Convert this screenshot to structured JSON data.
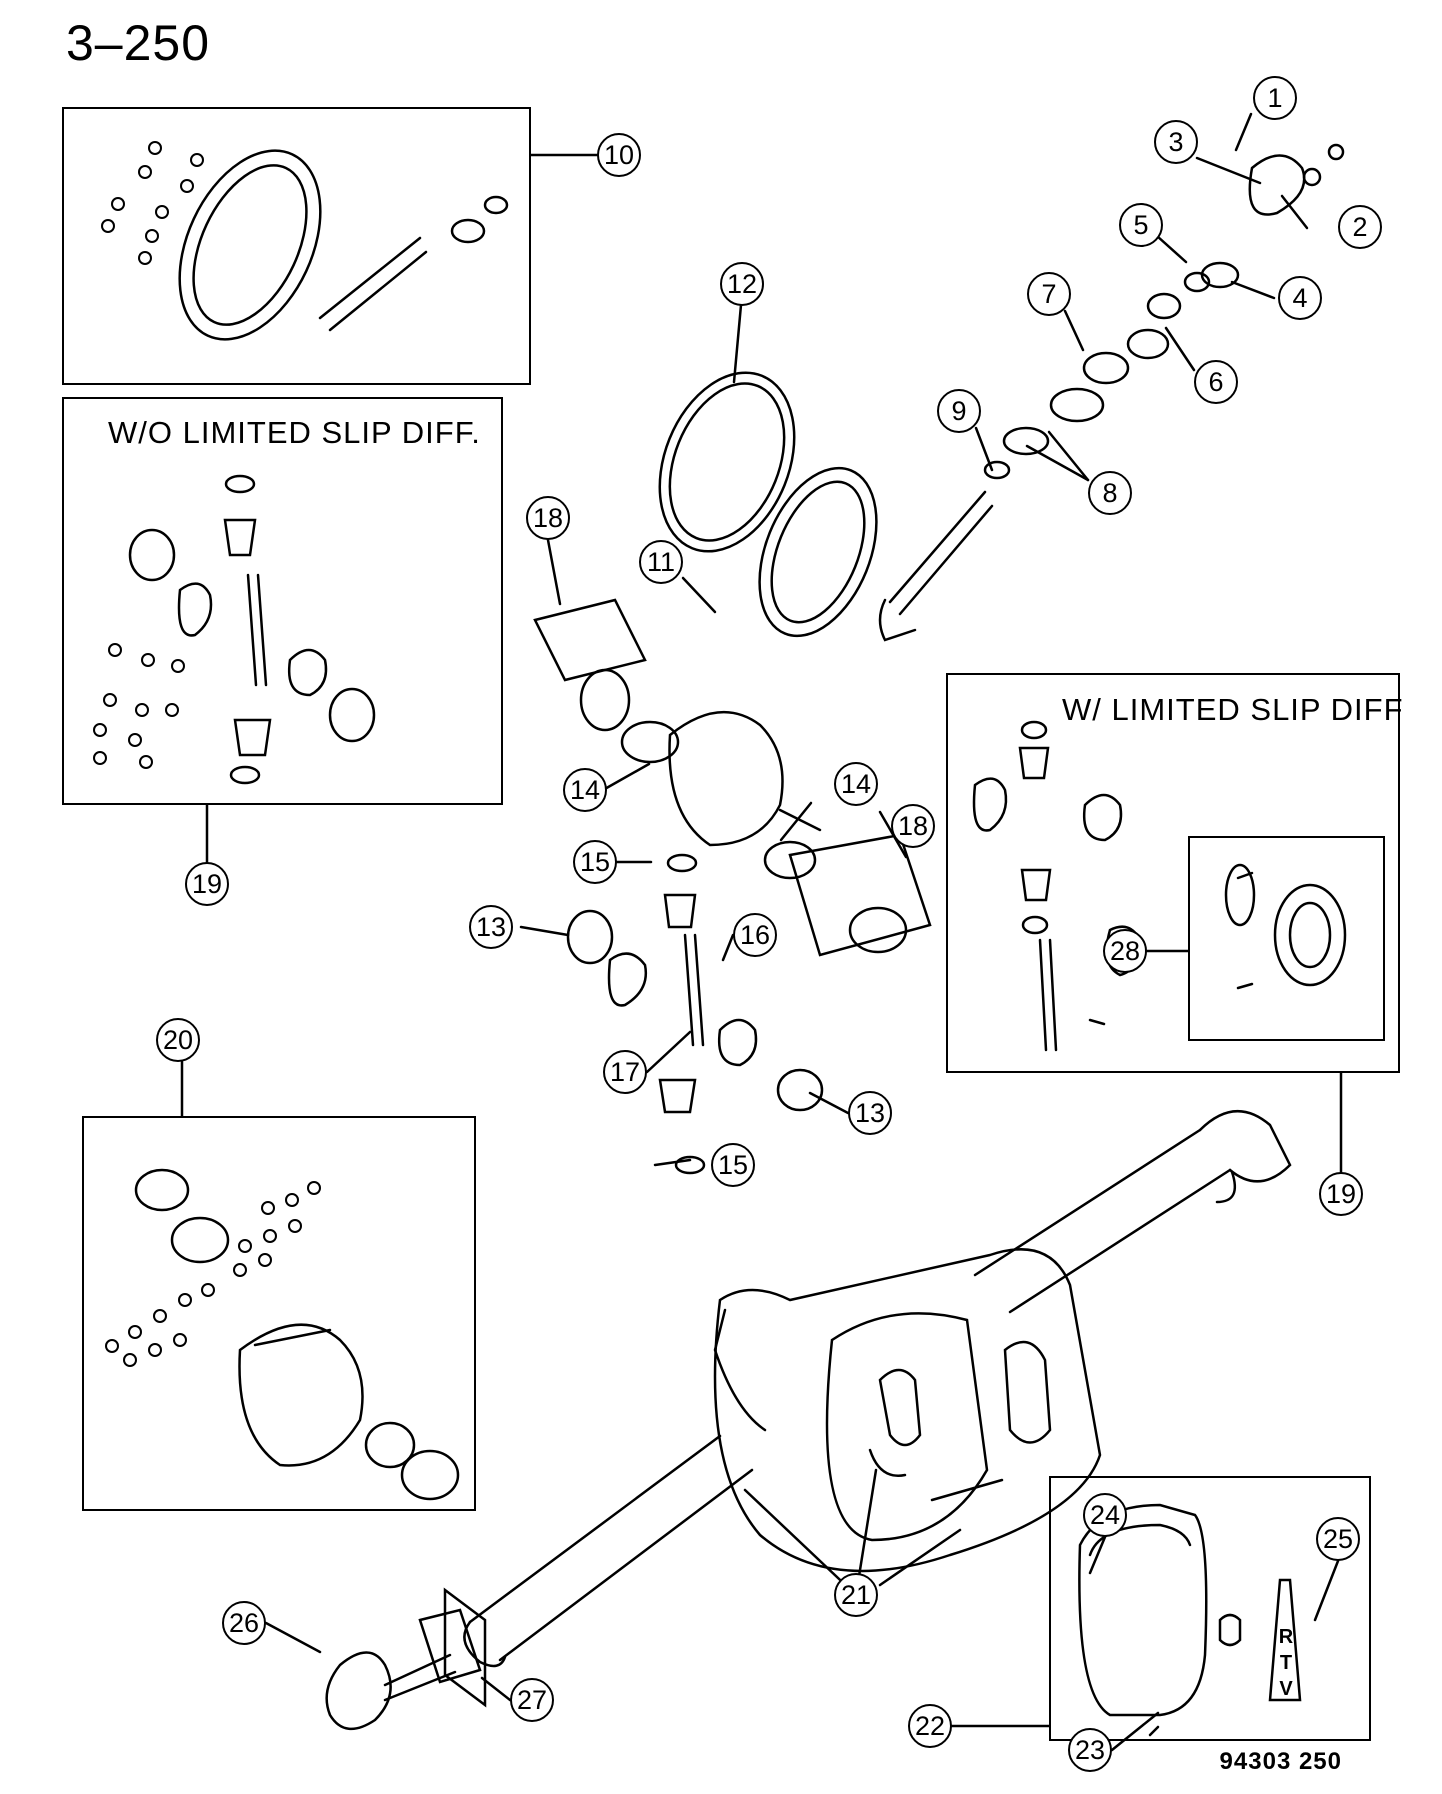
{
  "page": {
    "title": "3–250",
    "footer_code": "94303  250"
  },
  "boxes": {
    "wo_limited_slip": "W/O LIMITED SLIP DIFF.",
    "w_limited_slip": "W/ LIMITED SLIP DIFF"
  },
  "rtv_label": "RTV",
  "callouts": {
    "c1": "1",
    "c2": "2",
    "c3": "3",
    "c4": "4",
    "c5": "5",
    "c6": "6",
    "c7": "7",
    "c8": "8",
    "c9": "9",
    "c10": "10",
    "c11": "11",
    "c12": "12",
    "c13a": "13",
    "c13b": "13",
    "c14a": "14",
    "c14b": "14",
    "c15a": "15",
    "c15b": "15",
    "c16": "16",
    "c17": "17",
    "c18a": "18",
    "c18b": "18",
    "c19a": "19",
    "c19b": "19",
    "c20": "20",
    "c21": "21",
    "c22": "22",
    "c23": "23",
    "c24": "24",
    "c25": "25",
    "c26": "26",
    "c27": "27",
    "c28": "28"
  }
}
